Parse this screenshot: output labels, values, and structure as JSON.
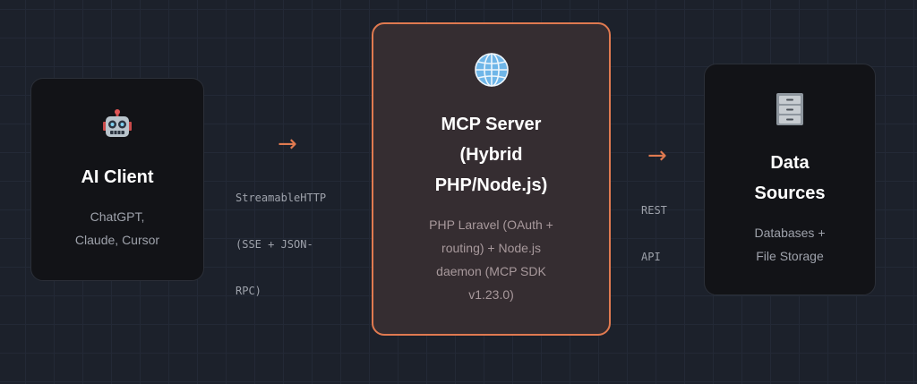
{
  "nodes": {
    "client": {
      "title": "AI Client",
      "desc_lines": [
        "ChatGPT,",
        "Claude, Cursor"
      ],
      "icon": "robot-icon"
    },
    "server": {
      "title_lines": [
        "MCP Server",
        "(Hybrid",
        "PHP/Node.js)"
      ],
      "desc_lines": [
        "PHP Laravel (OAuth +",
        "routing) + Node.js",
        "daemon (MCP SDK",
        "v1.23.0)"
      ],
      "icon": "globe-icon"
    },
    "sources": {
      "title_lines": [
        "Data",
        "Sources"
      ],
      "desc_lines": [
        "Databases +",
        "File Storage"
      ],
      "icon": "file-cabinet-icon"
    }
  },
  "connectors": {
    "client_server": {
      "arrow": "→",
      "label_lines": [
        "StreamableHTTP",
        "(SSE + JSON-",
        "RPC)"
      ]
    },
    "server_sources": {
      "arrow": "→",
      "label_lines": [
        "REST",
        "API"
      ]
    }
  },
  "colors": {
    "background": "#1c212b",
    "card": "#121317",
    "server_card": "#352d31",
    "accent": "#e07a50"
  }
}
